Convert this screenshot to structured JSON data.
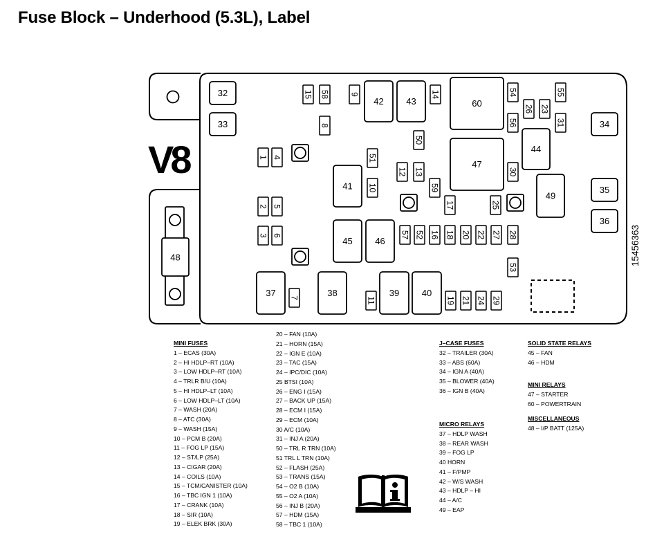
{
  "title": "Fuse Block – Underhood (5.3L), Label",
  "engine_label": "V8",
  "part_number": "15456363",
  "components": {
    "f32": "32",
    "f33": "33",
    "f34": "34",
    "f35": "35",
    "f36": "36",
    "f48": "48",
    "f15": "15",
    "f58": "58",
    "f9": "9",
    "f8": "8",
    "r42": "42",
    "r43": "43",
    "f14": "14",
    "r60": "60",
    "f54": "54",
    "f56": "56",
    "f26": "26",
    "f23": "23",
    "f55": "55",
    "f31": "31",
    "r44": "44",
    "f50": "50",
    "r47": "47",
    "f30": "30",
    "f1": "1",
    "f4": "4",
    "f51": "51",
    "r41": "41",
    "f10": "10",
    "f12": "12",
    "f13": "13",
    "f59": "59",
    "f17": "17",
    "f25": "25",
    "r49": "49",
    "f2": "2",
    "f5": "5",
    "f3": "3",
    "f6": "6",
    "r45": "45",
    "r46": "46",
    "f57": "57",
    "f52": "52",
    "f16": "16",
    "f18": "18",
    "f20": "20",
    "f22": "22",
    "f27": "27",
    "f28": "28",
    "f53": "53",
    "r37": "37",
    "f7": "7",
    "r38": "38",
    "f11": "11",
    "r39": "39",
    "r40": "40",
    "f19": "19",
    "f21": "21",
    "f24": "24",
    "f29": "29"
  },
  "legend": {
    "mini_fuses": {
      "heading": "MINI FUSES",
      "items": [
        "1 – ECAS (30A)",
        "2 – HI HDLP–RT (10A)",
        "3 – LOW HDLP–RT (10A)",
        "4 – TRLR B/U (10A)",
        "5 – HI HDLP–LT (10A)",
        "6 – LOW HDLP–LT (10A)",
        "7 – WASH (20A)",
        "8 – ATC (30A)",
        "9 – WASH (15A)",
        "10 – PCM B (20A)",
        "11 – FOG LP (15A)",
        "12 – ST/LP (25A)",
        "13 – CIGAR (20A)",
        "14 – COILS (10A)",
        "15 – TCM/CANISTER (10A)",
        "16 – TBC IGN 1 (10A)",
        "17 – CRANK (10A)",
        "18 – SIR (10A)",
        "19 – ELEK BRK (30A)"
      ]
    },
    "mini_fuses_cont": {
      "items": [
        "20 – FAN (10A)",
        "21 – HORN (15A)",
        "22 – IGN E (10A)",
        "23 – TAC (15A)",
        "24 – IPC/DIC (10A)",
        "25   BTSI (10A)",
        "26 – ENG I (15A)",
        "27 – BACK UP (15A)",
        "28 – ECM I (15A)",
        "29 – ECM (10A)",
        "30   A/C (10A)",
        "31 – INJ A (20A)",
        "50 – TRL R TRN (10A)",
        "51   TRL L TRN (10A)",
        "52 – FLASH (25A)",
        "53 – TRANS (15A)",
        "54 – O2 B (10A)",
        "55 – O2 A (10A)",
        "56 – INJ B (20A)",
        "57 – HDM (15A)",
        "58 – TBC 1 (10A)"
      ]
    },
    "jcase_fuses": {
      "heading": "J–CASE FUSES",
      "items": [
        "32 – TRAILER (30A)",
        "33 – ABS (60A)",
        "34 – IGN A (40A)",
        "35 – BLOWER (40A)",
        "36 – IGN B (40A)"
      ]
    },
    "micro_relays": {
      "heading": "MICRO RELAYS",
      "items": [
        "37 – HDLP WASH",
        "38 – REAR WASH",
        "39 – FOG LP",
        "40   HORN",
        "41 – F/PMP",
        "42 – W/S WASH",
        "43 – HDLP – HI",
        "44 – A/C",
        "49 – EAP"
      ]
    },
    "solid_state_relays": {
      "heading": "SOLID STATE RELAYS",
      "items": [
        "45 – FAN",
        "46 – HDM"
      ]
    },
    "mini_relays": {
      "heading": "MINI RELAYS",
      "items": [
        "47 – STARTER",
        "60 – POWERTRAIN"
      ]
    },
    "miscellaneous": {
      "heading": "MISCELLANEOUS",
      "items": [
        "48 – I/P BATT (125A)"
      ]
    }
  },
  "icons": {
    "info": "manual-info-icon"
  }
}
